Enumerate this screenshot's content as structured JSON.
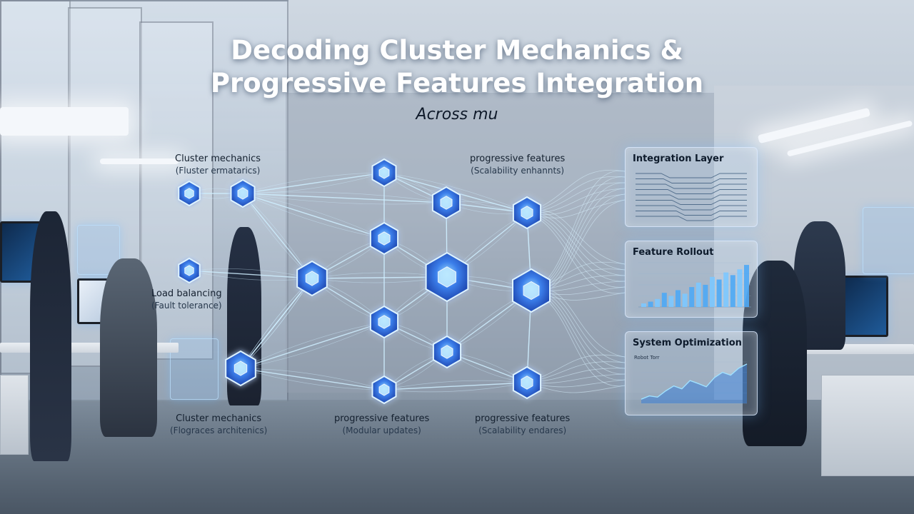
{
  "title": {
    "line1": "Decoding Cluster Mechanics &",
    "line2": "Progressive Features Integration"
  },
  "subtitle": "Across mu",
  "labels": [
    {
      "title": "Cluster mechanics",
      "sub": "(Fluster ermatarics)"
    },
    {
      "title": "progressive features",
      "sub": "(Scalability enhannts)"
    },
    {
      "title": "Load balancing",
      "sub": "(Fault tolerance)"
    },
    {
      "title": "Cluster mechanics",
      "sub": "(Flograces architenics)"
    },
    {
      "title": "progressive features",
      "sub": "(Modular updates)"
    },
    {
      "title": "progressive features",
      "sub": "(Scalability endares)"
    }
  ],
  "panels": {
    "integration": {
      "title": "Integration Layer"
    },
    "rollout": {
      "title": "Feature Rollout",
      "bars": [
        0.08,
        0.12,
        0.18,
        0.32,
        0.25,
        0.38,
        0.3,
        0.45,
        0.55,
        0.5,
        0.68,
        0.62,
        0.78,
        0.72,
        0.85,
        0.95
      ]
    },
    "optimization": {
      "title": "System Optimization",
      "legend": "Robot Torr",
      "series": [
        0.1,
        0.18,
        0.15,
        0.3,
        0.42,
        0.35,
        0.55,
        0.48,
        0.4,
        0.62,
        0.75,
        0.68,
        0.85,
        0.95
      ]
    }
  },
  "colors": {
    "node": "#2f6fe0",
    "node_glow": "#8fd2ff",
    "line": "#bfe6ff",
    "bar": "#5fb6ff"
  }
}
